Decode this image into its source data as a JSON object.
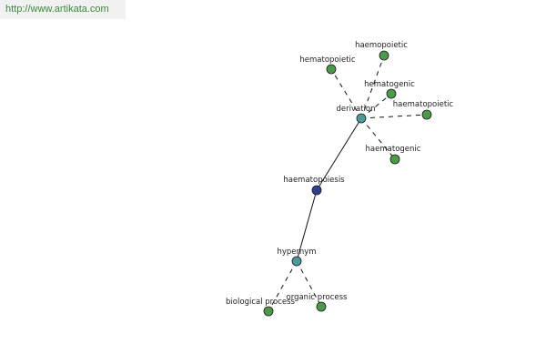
{
  "watermark": "http://www.artikata.com",
  "colors": {
    "central": "#2e3f8f",
    "relation": "#4a9a9a",
    "leaf": "#4a9a4a",
    "edge": "#111111"
  },
  "nodes": [
    {
      "id": "center",
      "label": "haematopoiesis",
      "kind": "central"
    },
    {
      "id": "derivation",
      "label": "derivation",
      "kind": "relation"
    },
    {
      "id": "hypernym",
      "label": "hypernym",
      "kind": "relation"
    },
    {
      "id": "d1",
      "label": "hematopoietic",
      "kind": "leaf"
    },
    {
      "id": "d2",
      "label": "haemopoietic",
      "kind": "leaf"
    },
    {
      "id": "d3",
      "label": "hematogenic",
      "kind": "leaf"
    },
    {
      "id": "d4",
      "label": "haematopoietic",
      "kind": "leaf"
    },
    {
      "id": "d5",
      "label": "haematogenic",
      "kind": "leaf"
    },
    {
      "id": "h1",
      "label": "biological process",
      "kind": "leaf"
    },
    {
      "id": "h2",
      "label": "organic process",
      "kind": "leaf"
    }
  ],
  "edges": [
    {
      "from": "center",
      "to": "derivation",
      "style": "solid"
    },
    {
      "from": "center",
      "to": "hypernym",
      "style": "solid"
    },
    {
      "from": "derivation",
      "to": "d1",
      "style": "dashed"
    },
    {
      "from": "derivation",
      "to": "d2",
      "style": "dashed"
    },
    {
      "from": "derivation",
      "to": "d3",
      "style": "dashed"
    },
    {
      "from": "derivation",
      "to": "d4",
      "style": "dashed"
    },
    {
      "from": "derivation",
      "to": "d5",
      "style": "dashed"
    },
    {
      "from": "hypernym",
      "to": "h1",
      "style": "dashed"
    },
    {
      "from": "hypernym",
      "to": "h2",
      "style": "dashed"
    }
  ]
}
